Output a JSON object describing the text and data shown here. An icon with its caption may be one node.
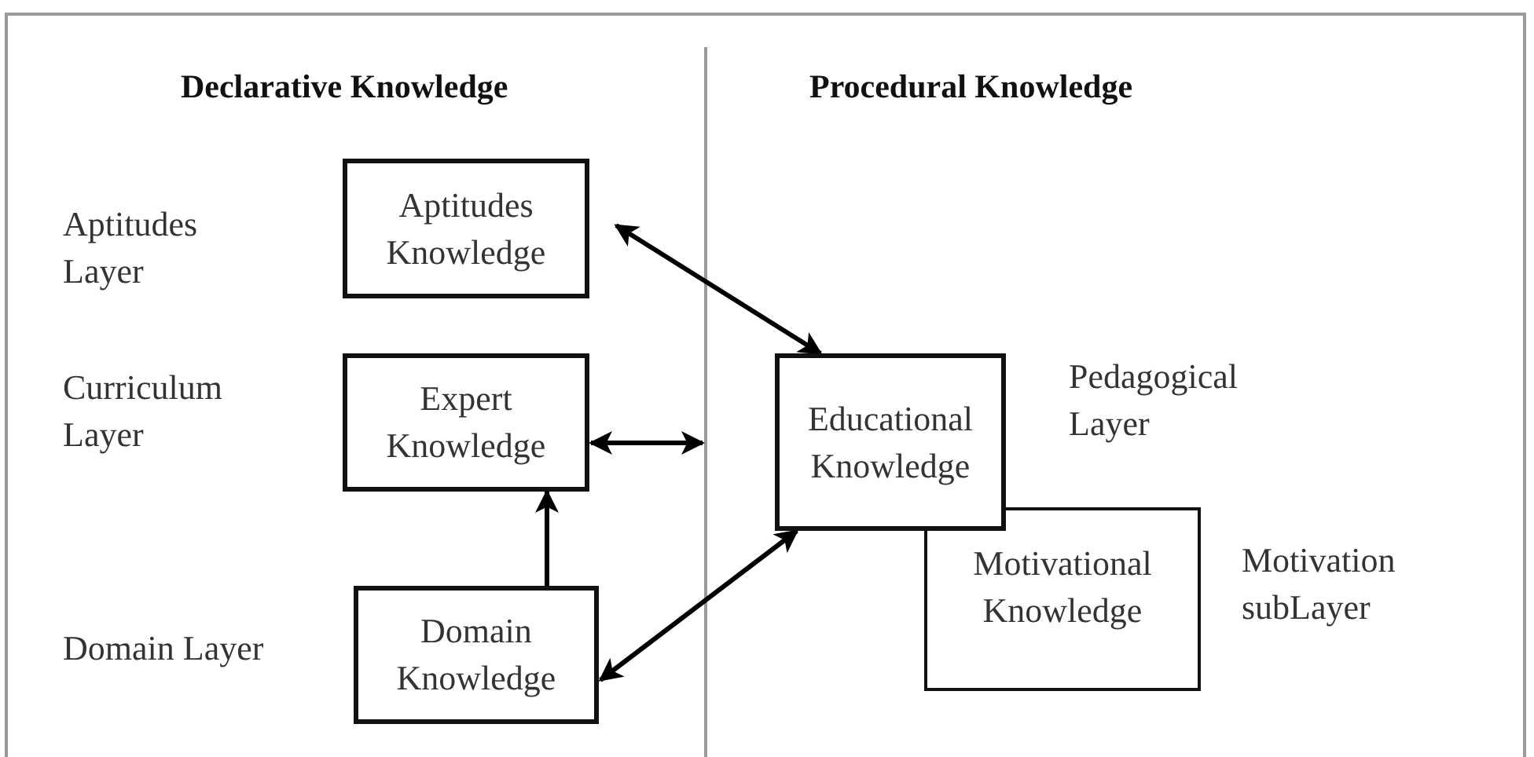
{
  "diagram": {
    "nodes": [
      {
        "text": [
          "Aptitudes Knowledge"
        ]
      },
      {
        "text": [
          "Expert Knowledge"
        ]
      },
      {
        "text": [
          "Domain Knowledge"
        ]
      },
      {
        "text": [
          "Motivational Knowledge"
        ]
      },
      {
        "text": [
          "Educational Knowledge"
        ]
      }
    ],
    "edges": [
      {
        "from": 0,
        "to": 4,
        "arrow": "both"
      },
      {
        "from": 1,
        "to": null,
        "arrow": "both"
      },
      {
        "from": 2,
        "to": 1,
        "arrow": "to"
      },
      {
        "from": 2,
        "to": 4,
        "arrow": "both"
      }
    ],
    "labels": [
      "Declarative Knowledge",
      "Procedural Knowledge",
      "Aptitudes Layer",
      "Curriculum Layer",
      "Pedagogical Layer",
      "Motivation subLayer",
      "Domain Layer"
    ]
  }
}
